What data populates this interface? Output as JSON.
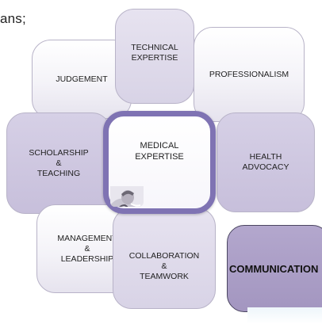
{
  "fragment": {
    "text": "ans;"
  },
  "roles": {
    "judgement": "JUDGEMENT",
    "technical_expertise": "TECHNICAL\nEXPERTISE",
    "professionalism": "PROFESSIONALISM",
    "scholarship_teaching": "SCHOLARSHIP\n&\nTEACHING",
    "medical_expertise": "MEDICAL\nEXPERTISE",
    "health_advocacy": "HEALTH\nADVOCACY",
    "management_leadership": "MANAGEMENT\n&\nLEADERSHIP",
    "collaboration_teamwork": "COLLABORATION\n&\nTEAMWORK",
    "communication": "COMMUNICATION"
  },
  "colors": {
    "center_border": "#7f73b3",
    "tile_light": "#f4f3f8",
    "tile_mauve": "#c7bfdb",
    "tile_dark": "#a396c0"
  },
  "icons": {
    "center_photo": "doctor-with-stethoscope-photo"
  }
}
